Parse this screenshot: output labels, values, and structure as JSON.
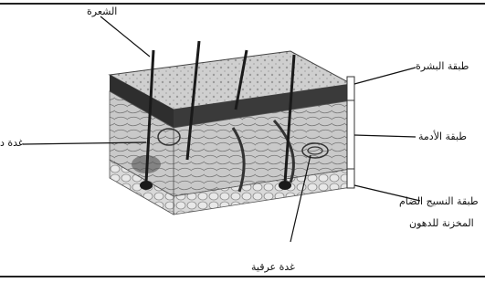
{
  "diagram": {
    "labels": {
      "hair": "الشعرة",
      "epidermis": "طبقة البشرة",
      "dermis": "طبقة الأدمة",
      "sebaceous_gland": "غدة د",
      "hypodermis_line1": "طبقة النسيج الضام",
      "hypodermis_line2": "المخزنة للدهون",
      "sweat_gland": "غدة عرقية"
    }
  }
}
